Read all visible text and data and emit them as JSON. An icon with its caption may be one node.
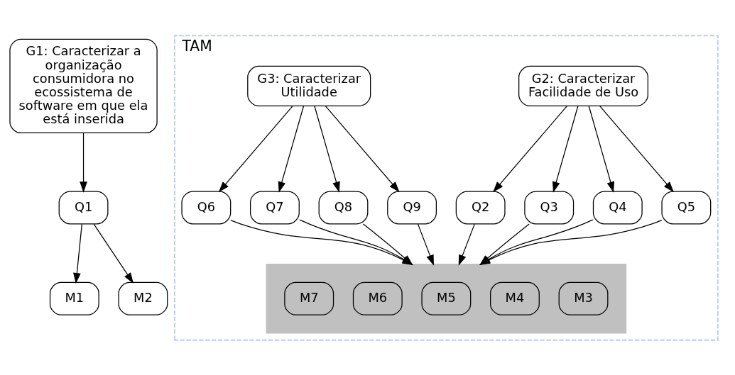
{
  "diagram": {
    "nodes": [
      {
        "text": [
          "G1: Caracterizar a organização consumidora no ecossistema de software em que ela está inserida"
        ]
      },
      {
        "text": [
          "Q1"
        ]
      },
      {
        "text": [
          "M1"
        ]
      },
      {
        "text": [
          "M2"
        ]
      },
      {
        "text": [
          "TAM"
        ]
      },
      {
        "text": [
          "G2: Caracterizar Facilidade de Uso"
        ],
        "in": 4
      },
      {
        "text": [
          "G3: Caracterizar Utilidade"
        ],
        "in": 4
      },
      {
        "text": [
          "Q2"
        ],
        "in": 4
      },
      {
        "text": [
          "Q3"
        ],
        "in": 4
      },
      {
        "text": [
          "Q4"
        ],
        "in": 4
      },
      {
        "text": [
          "Q5"
        ],
        "in": 4
      },
      {
        "text": [
          "Q6"
        ],
        "in": 4
      },
      {
        "text": [
          "Q7"
        ],
        "in": 4
      },
      {
        "text": [
          "Q8"
        ],
        "in": 4
      },
      {
        "text": [
          "Q9"
        ],
        "in": 4
      },
      {
        "text": [],
        "shape": "bar",
        "in": 4
      },
      {
        "text": [
          "M3"
        ],
        "in": 15
      },
      {
        "text": [
          "M4"
        ],
        "in": 15
      },
      {
        "text": [
          "M5"
        ],
        "in": 15
      },
      {
        "text": [
          "M6"
        ],
        "in": 15
      },
      {
        "text": [
          "M7"
        ],
        "in": 15
      }
    ],
    "edges": [
      {
        "from": 0,
        "to": 1,
        "arrow": "to"
      },
      {
        "from": 1,
        "to": 2,
        "arrow": "to"
      },
      {
        "from": 1,
        "to": 3,
        "arrow": "to"
      },
      {
        "from": 5,
        "to": 7,
        "arrow": "to"
      },
      {
        "from": 5,
        "to": 8,
        "arrow": "to"
      },
      {
        "from": 5,
        "to": 9,
        "arrow": "to"
      },
      {
        "from": 5,
        "to": 10,
        "arrow": "to"
      },
      {
        "from": 6,
        "to": 11,
        "arrow": "to"
      },
      {
        "from": 6,
        "to": 12,
        "arrow": "to"
      },
      {
        "from": 6,
        "to": 13,
        "arrow": "to"
      },
      {
        "from": 6,
        "to": 14,
        "arrow": "to"
      },
      {
        "from": 7,
        "to": 15,
        "arrow": "to"
      },
      {
        "from": 8,
        "to": 15,
        "arrow": "to"
      },
      {
        "from": 9,
        "to": 15,
        "arrow": "to"
      },
      {
        "from": 10,
        "to": 15,
        "arrow": "to"
      },
      {
        "from": 11,
        "to": 15,
        "arrow": "to"
      },
      {
        "from": 12,
        "to": 15,
        "arrow": "to"
      },
      {
        "from": 13,
        "to": 15,
        "arrow": "to"
      },
      {
        "from": 14,
        "to": 15,
        "arrow": "to"
      }
    ]
  }
}
